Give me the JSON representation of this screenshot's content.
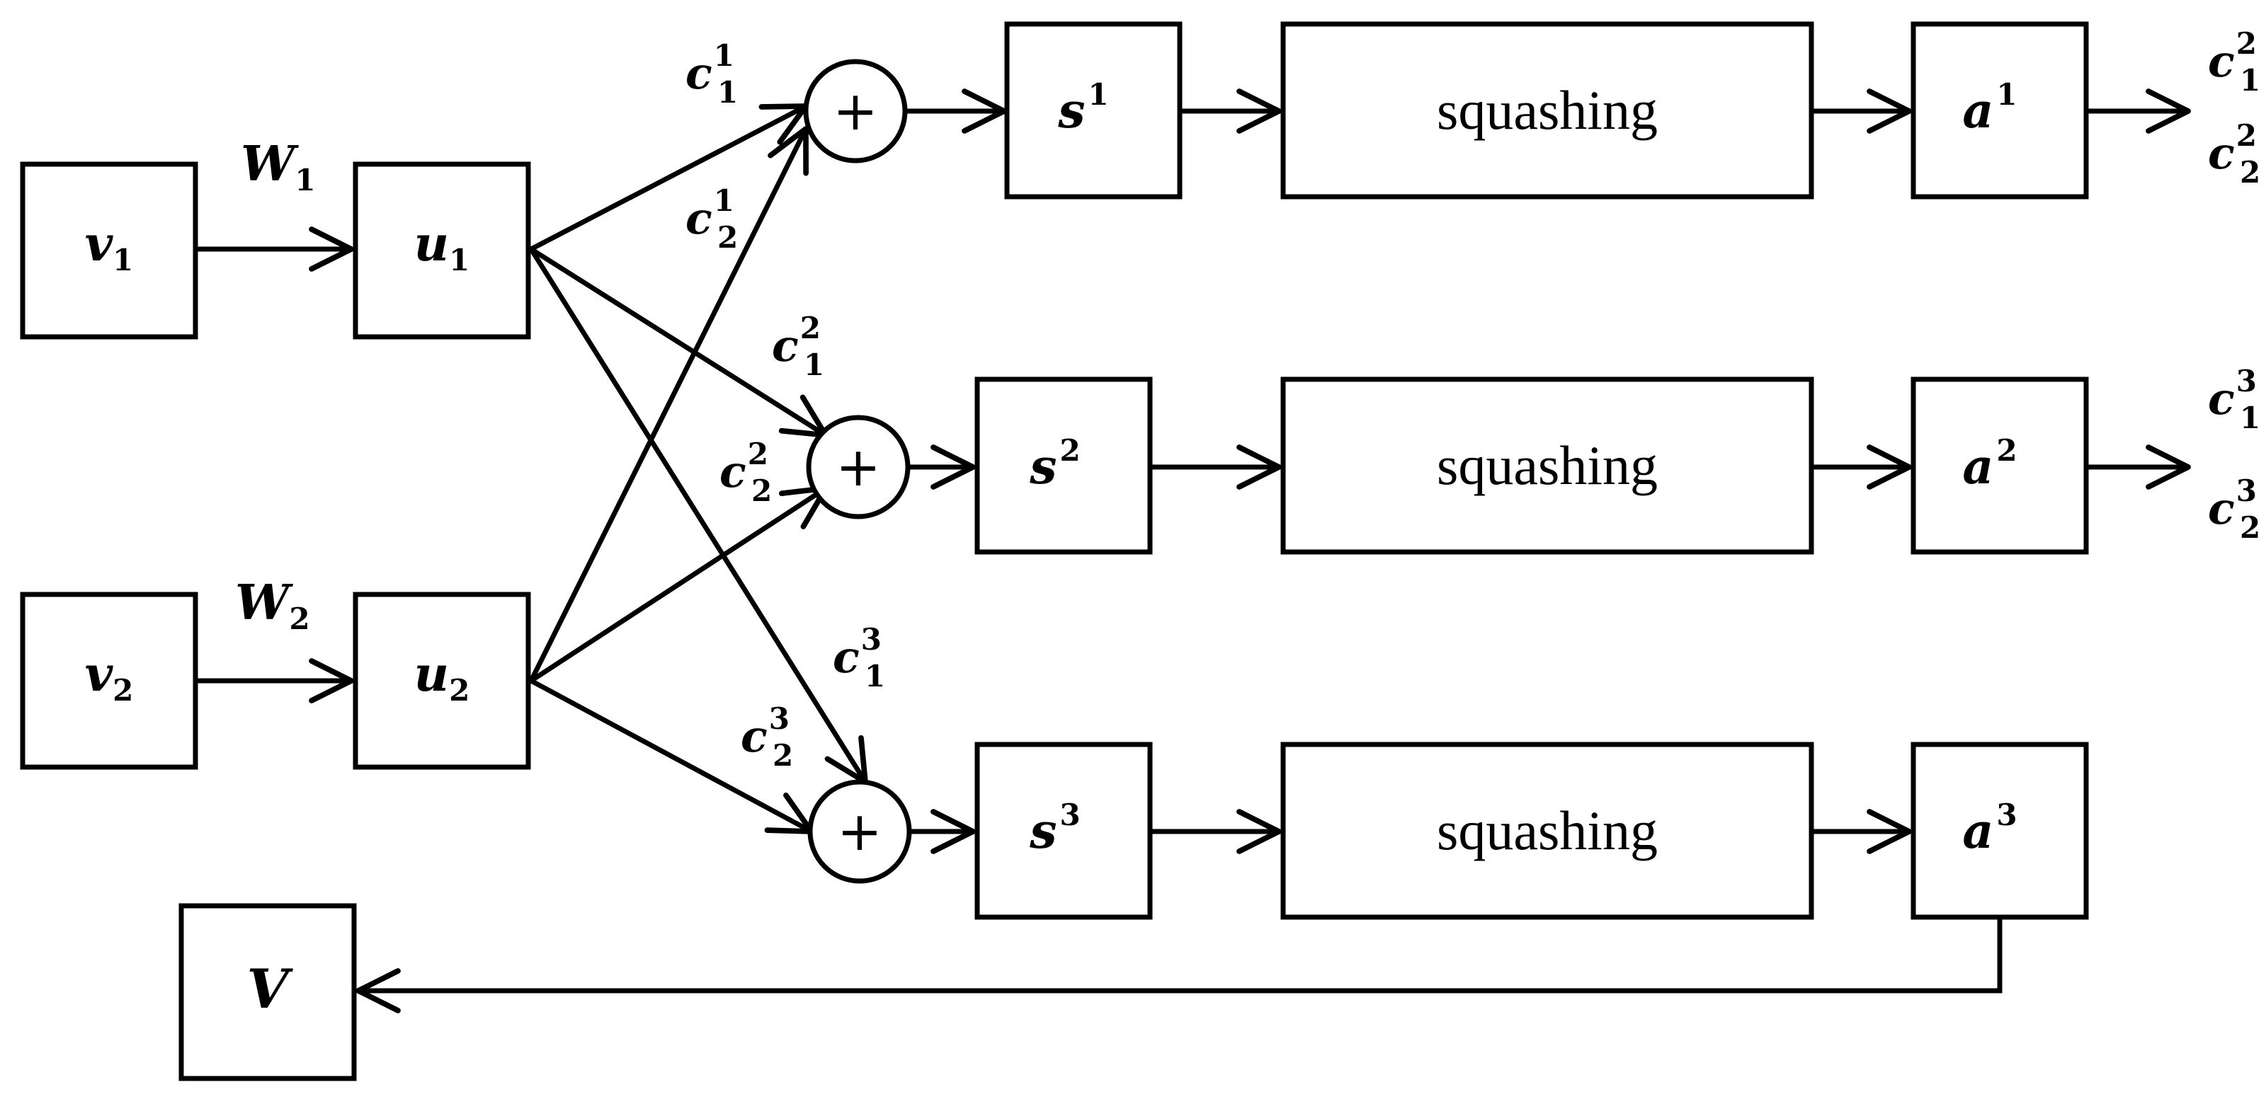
{
  "inputs": [
    {
      "base": "v",
      "sub": "1"
    },
    {
      "base": "v",
      "sub": "2"
    }
  ],
  "weights": [
    {
      "base": "W",
      "sub": "1"
    },
    {
      "base": "W",
      "sub": "2"
    }
  ],
  "predictions": [
    {
      "base": "u",
      "sub": "1"
    },
    {
      "base": "u",
      "sub": "2"
    }
  ],
  "coupling": {
    "c1_1": {
      "base": "c",
      "sub": "1",
      "sup": "1"
    },
    "c2_1": {
      "base": "c",
      "sub": "2",
      "sup": "1"
    },
    "c1_2": {
      "base": "c",
      "sub": "1",
      "sup": "2"
    },
    "c2_2": {
      "base": "c",
      "sub": "2",
      "sup": "2"
    },
    "c1_3": {
      "base": "c",
      "sub": "1",
      "sup": "3"
    },
    "c2_3": {
      "base": "c",
      "sub": "2",
      "sup": "3"
    }
  },
  "sum_symbol": "+",
  "sums": [
    {
      "base": "s",
      "sup": "1"
    },
    {
      "base": "s",
      "sup": "2"
    },
    {
      "base": "s",
      "sup": "3"
    }
  ],
  "squash_label": "squashing",
  "activations": [
    {
      "base": "a",
      "sup": "1"
    },
    {
      "base": "a",
      "sup": "2"
    },
    {
      "base": "a",
      "sup": "3"
    }
  ],
  "outputs": {
    "row1": [
      {
        "base": "c",
        "sub": "1",
        "sup": "2"
      },
      {
        "base": "c",
        "sub": "2",
        "sup": "2"
      }
    ],
    "row2": [
      {
        "base": "c",
        "sub": "1",
        "sup": "3"
      },
      {
        "base": "c",
        "sub": "2",
        "sup": "3"
      }
    ]
  },
  "final": {
    "base": "V"
  }
}
